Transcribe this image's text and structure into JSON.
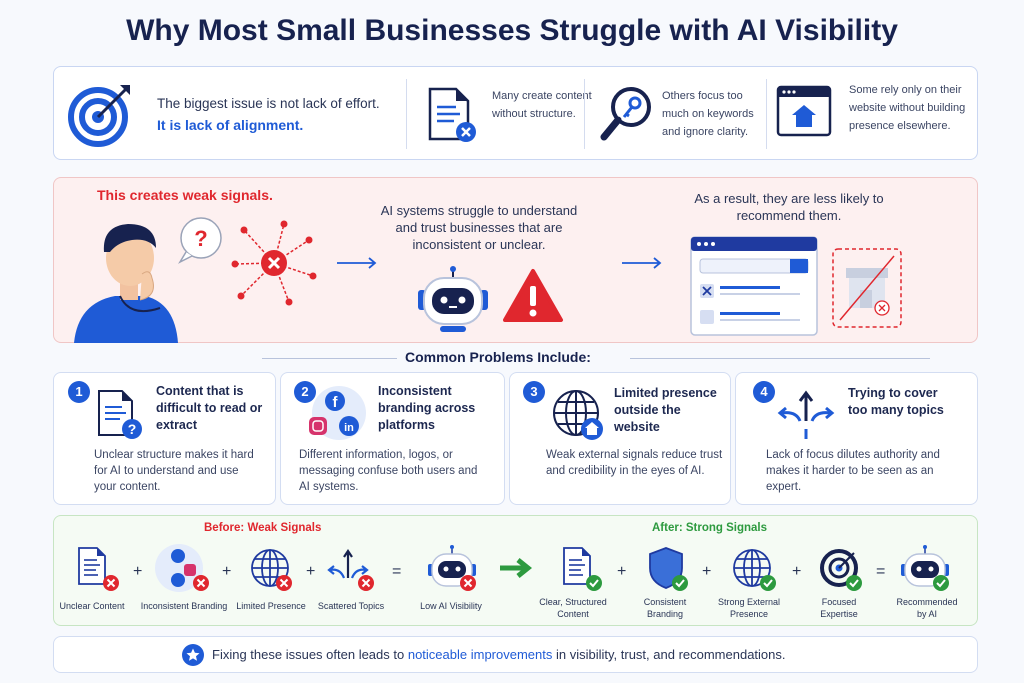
{
  "title": "Why Most Small Businesses Struggle with AI Visibility",
  "intro": {
    "line1": "The biggest issue is not lack of effort.",
    "line2": "It is lack of alignment.",
    "items": [
      {
        "text": "Many create content without structure.",
        "icon": "document-x-icon"
      },
      {
        "text": "Others focus too much on keywords and ignore clarity.",
        "icon": "key-magnifier-icon"
      },
      {
        "text": "Some rely only on their website without building presence elsewhere.",
        "icon": "website-home-icon"
      }
    ]
  },
  "signals": {
    "heading": "This creates weak signals.",
    "middle": "AI systems struggle to understand and trust businesses that are inconsistent or unclear.",
    "result": "As a result, they are less likely to recommend them.",
    "question": "?"
  },
  "common": {
    "heading": "Common Problems Include:",
    "cards": [
      {
        "num": "1",
        "title": "Content that is difficult to read or extract",
        "desc": "Unclear structure makes it hard for AI to understand and use your content."
      },
      {
        "num": "2",
        "title": "Inconsistent branding across platforms",
        "desc": "Different information, logos, or messaging confuse both users and AI systems."
      },
      {
        "num": "3",
        "title": "Limited presence outside the website",
        "desc": "Weak external signals reduce trust and credibility in the eyes of AI."
      },
      {
        "num": "4",
        "title": "Trying to cover too many topics",
        "desc": "Lack of focus dilutes authority and makes it harder to be seen as an expert."
      }
    ]
  },
  "compare": {
    "before_title": "Before: Weak Signals",
    "after_title": "After: Strong Signals",
    "before": [
      "Unclear Content",
      "Inconsistent Branding",
      "Limited Presence",
      "Scattered Topics",
      "Low AI Visibility"
    ],
    "after": [
      "Clear, Structured Content",
      "Consistent Branding",
      "Strong External Presence",
      "Focused Expertise",
      "Recommended by AI"
    ],
    "plus": "+",
    "equals": "="
  },
  "footer": {
    "pre": "Fixing these issues often leads to ",
    "highlight": "noticeable improvements",
    "post": " in visibility, trust, and recommendations."
  },
  "colors": {
    "navy": "#17224f",
    "blue": "#1f5bd6",
    "red": "#e0272e",
    "green": "#2d9a3f"
  }
}
